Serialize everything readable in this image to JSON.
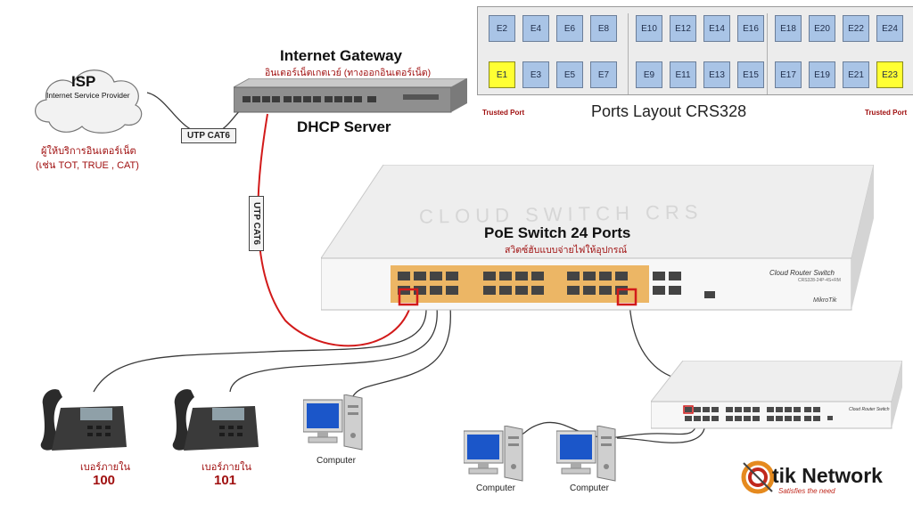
{
  "isp": {
    "title": "ISP",
    "subtitle": "Internet Service Provider",
    "thai_1": "ผู้ให้บริการอินเตอร์เน็ต",
    "thai_2": "(เช่น TOT, TRUE , CAT)"
  },
  "gateway": {
    "title": "Internet Gateway",
    "thai": "อินเตอร์เน็ตเกตเวย์ (ทางออกอินเตอร์เน็ต)",
    "role": "DHCP Server"
  },
  "cables": {
    "isp_link": "UTP CAT6",
    "gateway_link": "UTP CAT6"
  },
  "switch": {
    "title": "PoE Switch 24 Ports",
    "thai": "สวิตซ์ฮับแบบจ่ายไฟให้อุปกรณ์",
    "model": "Cloud Router Switch",
    "model_code": "CRS328-24P-4S+RM",
    "brand": "MikroTik",
    "watermark": "CLOUD SWITCH CRS"
  },
  "ports_layout": {
    "title": "Ports Layout CRS328",
    "trusted_left": "Trusted Port",
    "trusted_right": "Trusted Port",
    "groups": [
      {
        "top": [
          "E2",
          "E4",
          "E6",
          "E8"
        ],
        "bottom": [
          "E1",
          "E3",
          "E5",
          "E7"
        ]
      },
      {
        "top": [
          "E10",
          "E12",
          "E14",
          "E16"
        ],
        "bottom": [
          "E9",
          "E11",
          "E13",
          "E15"
        ]
      },
      {
        "top": [
          "E18",
          "E20",
          "E22",
          "E24"
        ],
        "bottom": [
          "E17",
          "E19",
          "E21",
          "E23"
        ]
      }
    ],
    "trusted_ports": [
      "E1",
      "E23"
    ]
  },
  "phones": [
    {
      "label": "เบอร์ภายใน",
      "number": "100"
    },
    {
      "label": "เบอร์ภายใน",
      "number": "101"
    }
  ],
  "computers": [
    {
      "label": "Computer"
    },
    {
      "label": "Computer"
    },
    {
      "label": "Computer"
    }
  ],
  "small_switch": {
    "model": "Cloud Router Switch"
  },
  "logo": {
    "text": "tik Network",
    "tagline": "Satisfies the need"
  },
  "colors": {
    "trusted": "#ffff33",
    "port": "#a9c4e6",
    "red_cable": "#d21a1a",
    "label_red": "#a01010"
  }
}
